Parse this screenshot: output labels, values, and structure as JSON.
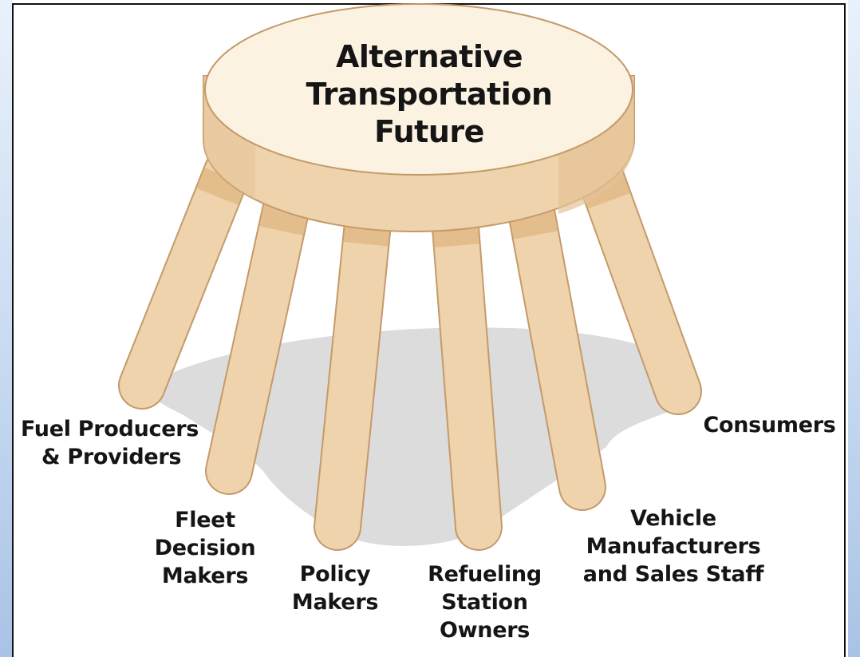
{
  "title_lines": [
    "Alternative",
    "Transportation",
    "Future"
  ],
  "legs": [
    {
      "lines": [
        "Fuel Producers",
        "& Providers"
      ]
    },
    {
      "lines": [
        "Fleet",
        "Decision",
        "Makers"
      ]
    },
    {
      "lines": [
        "Policy",
        "Makers"
      ]
    },
    {
      "lines": [
        "Refueling",
        "Station",
        "Owners"
      ]
    },
    {
      "lines": [
        "Vehicle",
        "Manufacturers",
        "and Sales Staff"
      ]
    },
    {
      "lines": [
        "Consumers"
      ]
    }
  ],
  "colors": {
    "seat_top": "#fbf2e1",
    "wood": "#efd3ad",
    "wood_shade": "#e4bd8c",
    "outline": "#c49a6a",
    "shadow": "#dddddd",
    "frame": "#111111",
    "side_strip": "#c8daf1"
  }
}
